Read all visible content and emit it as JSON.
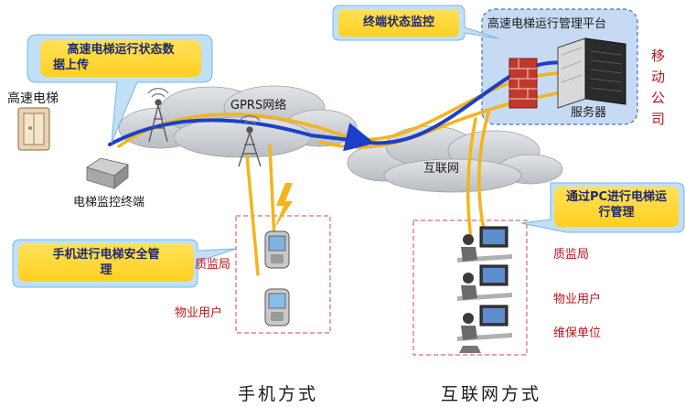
{
  "labels": {
    "elevator": "高速电梯",
    "terminal": "电梯监控终端",
    "gprs": "GPRS网络",
    "internet": "互联网",
    "platform": "高速电梯运行管理平台",
    "server": "服务器",
    "mobile": "移动公司",
    "mobile_mode": "手机方式",
    "internet_mode": "互联网方式",
    "phone_user_1": "质监局",
    "phone_user_2": "物业用户",
    "pc_user_1": "质监局",
    "pc_user_2": "物业用户",
    "pc_user_3": "维保单位"
  },
  "callouts": {
    "upload_line1": "高速电梯运行状态数",
    "upload_line2": "据上传",
    "terminal_monitor": "终端状态监控",
    "pc_line1": "通过PC进行电梯运",
    "pc_line2": "行管理",
    "phone_line1": "手机进行电梯安全管",
    "phone_line2": "理"
  },
  "colors": {
    "callout_fill": "#ffd83a",
    "callout_border": "#8fb4d8",
    "data_line": "#1b3fc9",
    "signal_line": "#f4b41a",
    "cloud": "#c9ced3",
    "red_text": "#c0141b",
    "platform_fill": "#c6daf3",
    "dash_border": "#d24a4a"
  }
}
